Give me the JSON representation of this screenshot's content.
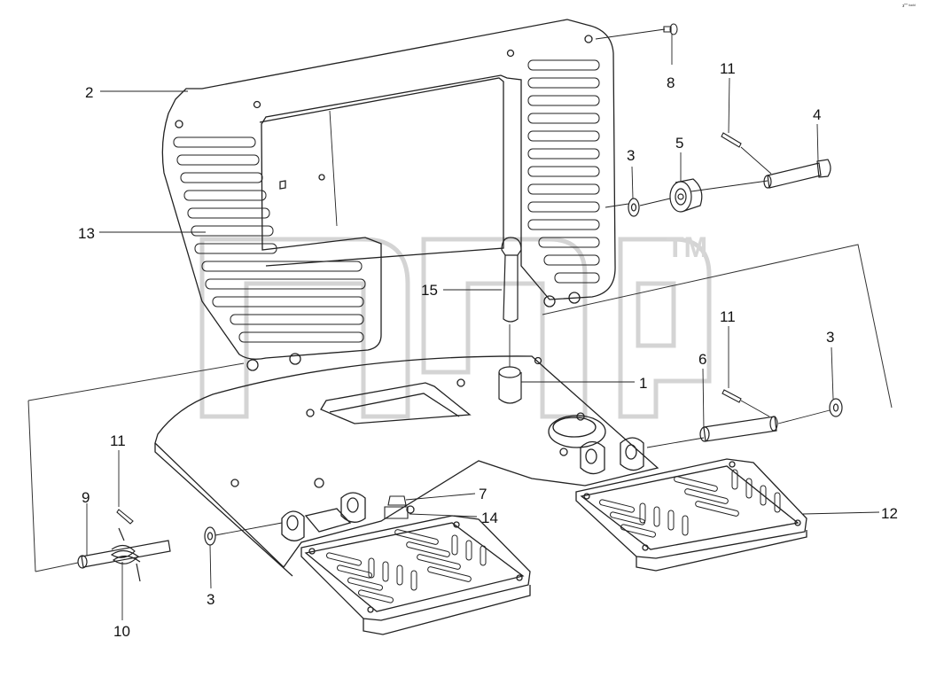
{
  "drawing": {
    "corner_mark": "з\"\" ᵇᵃᵈᵈ",
    "watermark_tm": "TM",
    "callouts": [
      {
        "id": "c2",
        "text": "2"
      },
      {
        "id": "c8",
        "text": "8"
      },
      {
        "id": "c11a",
        "text": "11"
      },
      {
        "id": "c4",
        "text": "4"
      },
      {
        "id": "c3a",
        "text": "3"
      },
      {
        "id": "c5",
        "text": "5"
      },
      {
        "id": "c13",
        "text": "13"
      },
      {
        "id": "c15",
        "text": "15"
      },
      {
        "id": "c11b",
        "text": "11"
      },
      {
        "id": "c3b",
        "text": "3"
      },
      {
        "id": "c6",
        "text": "6"
      },
      {
        "id": "c1",
        "text": "1"
      },
      {
        "id": "c11c",
        "text": "11"
      },
      {
        "id": "c9",
        "text": "9"
      },
      {
        "id": "c7",
        "text": "7"
      },
      {
        "id": "c14",
        "text": "14"
      },
      {
        "id": "c12",
        "text": "12"
      },
      {
        "id": "c3c",
        "text": "3"
      },
      {
        "id": "c10",
        "text": "10"
      }
    ]
  }
}
